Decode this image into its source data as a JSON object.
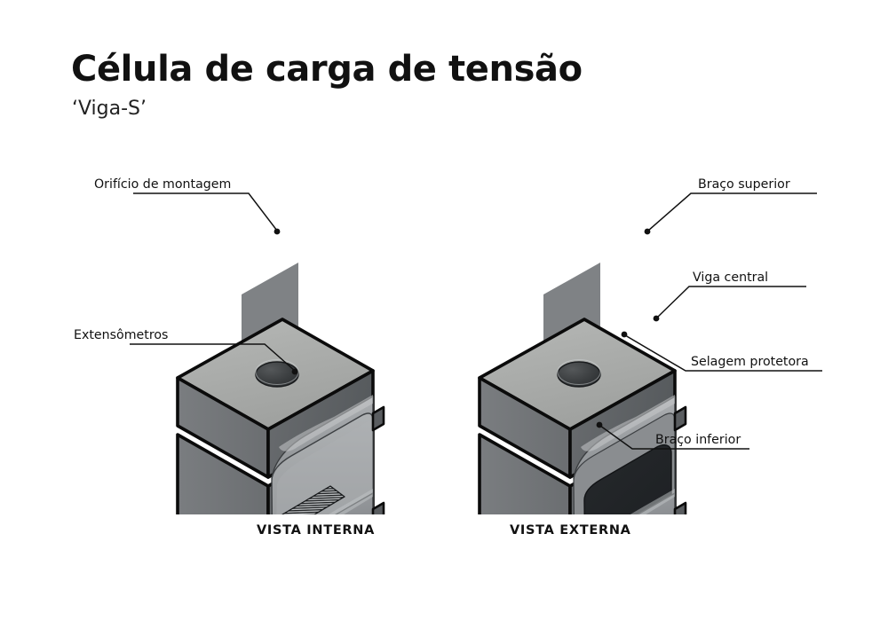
{
  "header": {
    "title": "Célula de carga de tensão",
    "subtitle": "‘Viga-S’"
  },
  "diagrams": [
    {
      "id": "internal",
      "caption": "VISTA INTERNA",
      "labels": [
        {
          "key": "mounting_hole",
          "text": "Orifício de montagem"
        },
        {
          "key": "strain_gauges",
          "text": "Extensômetros"
        }
      ]
    },
    {
      "id": "external",
      "caption": "VISTA EXTERNA",
      "labels": [
        {
          "key": "upper_arm",
          "text": "Braço superior"
        },
        {
          "key": "central_beam",
          "text": "Viga central"
        },
        {
          "key": "protective_seal",
          "text": "Selagem protetora"
        },
        {
          "key": "lower_arm",
          "text": "Braço inferior"
        }
      ]
    }
  ],
  "colors": {
    "background": "#ffffff",
    "text": "#111111",
    "outline": "#0b0b0b",
    "top_face": "#a9aba9",
    "front_face": "#74777a",
    "side_face": "#5f6265",
    "inner_face": "#9a9d9f",
    "hole": "#3c3f41",
    "seal": "#232629",
    "leader": "#111111"
  }
}
